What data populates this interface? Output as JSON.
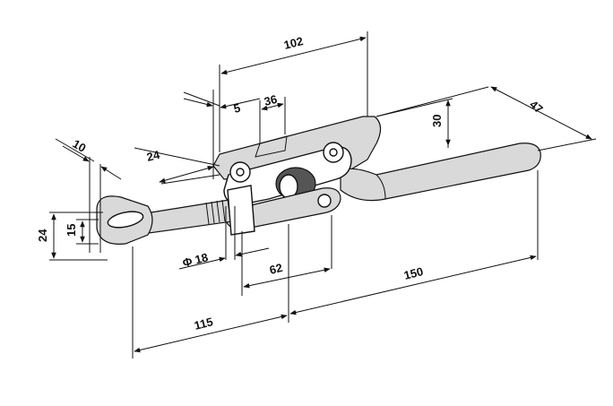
{
  "colors": {
    "ink": "#111111",
    "shade": "#d9d9d9",
    "background": "#ffffff"
  },
  "dimensions": {
    "d102": "102",
    "d5": "5",
    "d36": "36",
    "d47": "47",
    "d30": "30",
    "d10": "10",
    "d24_top": "24",
    "d24_left": "24",
    "d15": "15",
    "phi18": "Φ 18",
    "d62": "62",
    "d150": "150",
    "d115": "115"
  }
}
